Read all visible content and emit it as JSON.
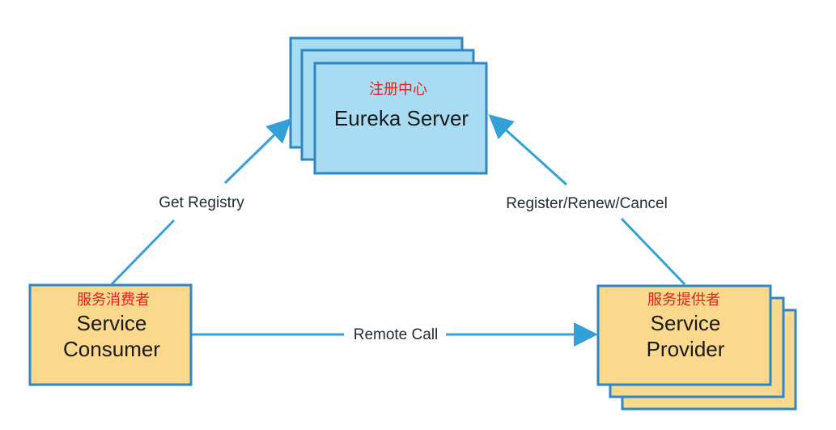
{
  "colors": {
    "server_fill": "#a8dcf3",
    "server_stroke": "#2f86c4",
    "node_fill": "#fbd98c",
    "node_stroke": "#2f86c4",
    "arrow": "#34a0d8",
    "label_text": "#1f2a33",
    "cn_label": "#e02020",
    "box_text": "#1a1a1a",
    "background": "#ffffff"
  },
  "server": {
    "cn_label": "注册中心",
    "title": "Eureka Server"
  },
  "consumer": {
    "cn_label": "服务消费者",
    "title_line1": "Service",
    "title_line2": "Consumer"
  },
  "provider": {
    "cn_label": "服务提供者",
    "title_line1": "Service",
    "title_line2": "Provider"
  },
  "edges": {
    "get_registry": "Get Registry",
    "register": "Register/Renew/Cancel",
    "remote_call": "Remote Call"
  }
}
